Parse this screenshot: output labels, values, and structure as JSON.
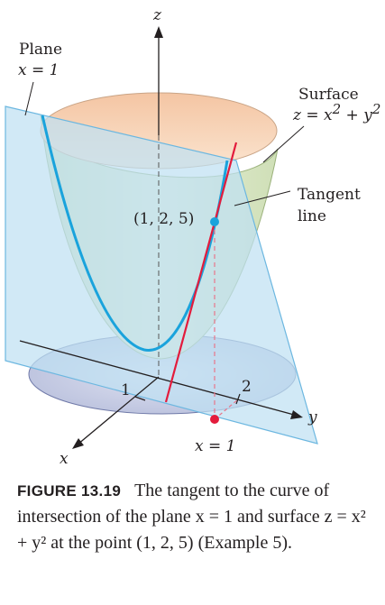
{
  "labels": {
    "z_axis": "z",
    "y_axis": "y",
    "x_axis": "x",
    "plane_title": "Plane",
    "plane_eq": "x = 1",
    "surface_title": "Surface",
    "surface_eq_lhs": "z = x",
    "surface_eq_mid": " + y",
    "superscript": "2",
    "tangent_line_1": "Tangent",
    "tangent_line_2": "line",
    "point": "(1, 2, 5)",
    "tick_x": "1",
    "tick_y": "2",
    "base_eq": "x = 1"
  },
  "caption": {
    "number": "FIGURE 13.19",
    "text": "The tangent to the curve of intersection of the plane x = 1 and surface z = x² + y² at the point (1, 2, 5) (Example 5)."
  },
  "colors": {
    "plane": "#bfe0f3",
    "curve": "#1aa3dc",
    "tangent": "#e31b3c",
    "point": "#1aa3dc",
    "base_point": "#e31b3c",
    "surface_inner": "#f2c8a8",
    "surface_outer": "#d8e6c2",
    "base_disk": "#c9cfe6"
  }
}
